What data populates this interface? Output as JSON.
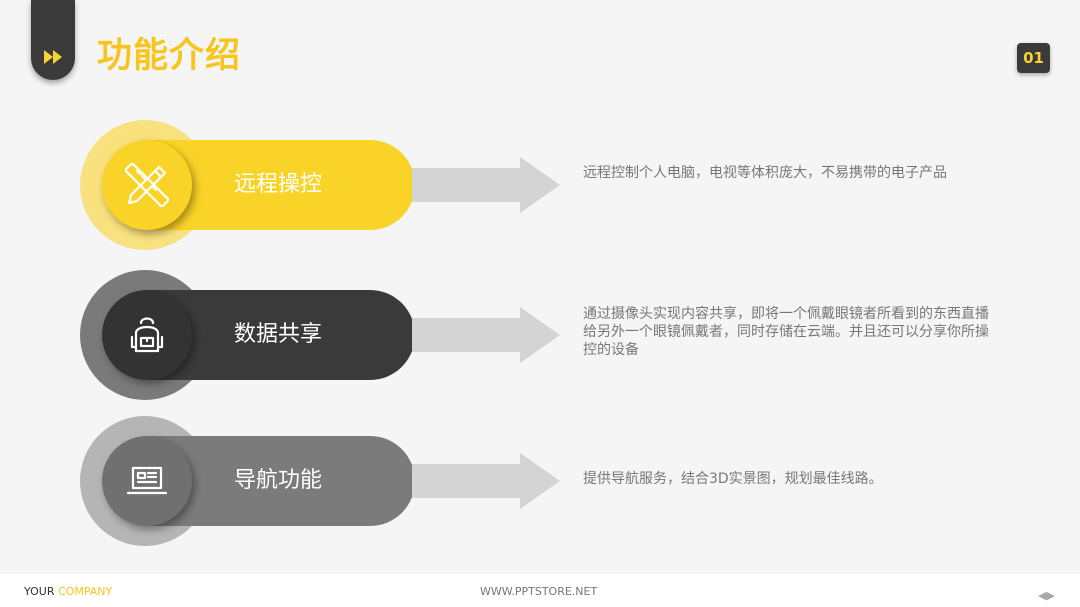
{
  "header": {
    "title": "功能介绍",
    "page_number": "01",
    "icon": "fast-forward-icon",
    "accent_color": "#f7c51e",
    "dark_color": "#3a3a3a"
  },
  "features": [
    {
      "label": "远程操控",
      "description": "远程控制个人电脑，电视等体积庞大，不易携带的电子产品",
      "icon": "pencil-ruler-icon",
      "color": "#f9d327"
    },
    {
      "label": "数据共享",
      "description": "通过摄像头实现内容共享，即将一个佩戴眼镜者所看到的东西直播给另外一个眼镜佩戴者，同时存储在云端。并且还可以分享你所操控的设备",
      "icon": "backpack-icon",
      "color": "#3a3a3a"
    },
    {
      "label": "导航功能",
      "description": "提供导航服务，结合3D实景图，规划最佳线路。",
      "icon": "laptop-icon",
      "color": "#7b7b7b"
    }
  ],
  "footer": {
    "company_prefix": "YOUR",
    "company_suffix": "COMPANY",
    "website": "WWW.PPTSTORE.NET",
    "prev_glyph": "◀",
    "next_glyph": "▶"
  }
}
